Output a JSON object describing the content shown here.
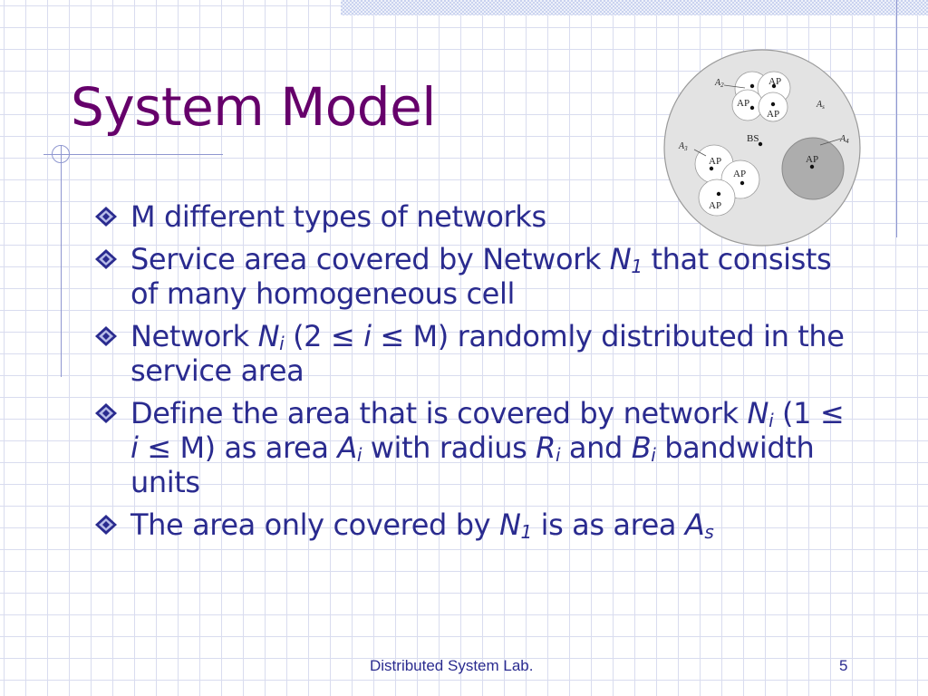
{
  "slide": {
    "title": "System Model",
    "bullets": [
      {
        "parts": [
          {
            "t": "M different types of networks"
          }
        ]
      },
      {
        "parts": [
          {
            "t": "Service area covered by Network "
          },
          {
            "t": "N",
            "i": true
          },
          {
            "t": "1",
            "sub": true,
            "i": true
          },
          {
            "t": " that consists of many homogeneous cell"
          }
        ]
      },
      {
        "parts": [
          {
            "t": "Network "
          },
          {
            "t": "N",
            "i": true
          },
          {
            "t": "i",
            "sub": true,
            "i": true
          },
          {
            "t": " (2 ≤ "
          },
          {
            "t": "i",
            "i": true
          },
          {
            "t": " ≤ M) randomly distributed in the service area"
          }
        ]
      },
      {
        "parts": [
          {
            "t": "Define the area that is covered by network "
          },
          {
            "t": "N",
            "i": true
          },
          {
            "t": "i",
            "sub": true,
            "i": true
          },
          {
            "t": " (1 ≤ "
          },
          {
            "t": "i",
            "i": true
          },
          {
            "t": " ≤ M) as area "
          },
          {
            "t": "A",
            "i": true
          },
          {
            "t": "i",
            "sub": true,
            "i": true
          },
          {
            "t": " with radius "
          },
          {
            "t": "R",
            "i": true
          },
          {
            "t": "i",
            "sub": true,
            "i": true
          },
          {
            "t": " and "
          },
          {
            "t": "B",
            "i": true
          },
          {
            "t": "i",
            "sub": true,
            "i": true
          },
          {
            "t": " bandwidth units"
          }
        ]
      },
      {
        "parts": [
          {
            "t": "The area only covered by "
          },
          {
            "t": "N",
            "i": true
          },
          {
            "t": "1",
            "sub": true,
            "i": true
          },
          {
            "t": " is as area "
          },
          {
            "t": "A",
            "i": true
          },
          {
            "t": "s",
            "sub": true,
            "i": true
          }
        ]
      }
    ],
    "footer": "Distributed System Lab.",
    "page_number": "5"
  },
  "diagram": {
    "labels": {
      "ap": "AP",
      "bs": "BS",
      "a2": "A",
      "a2_sub": "2",
      "a3": "A",
      "a3_sub": "3",
      "a4": "A",
      "a4_sub": "4",
      "as": "A",
      "as_sub": "s"
    }
  },
  "colors": {
    "title": "#66006b",
    "body_text": "#2a2b8f",
    "grid_line": "#d9dcef",
    "accent_line": "#8f97d0",
    "bullet": "#2a2b8f"
  },
  "icons": {
    "bullet": "diamond-bullet-icon"
  }
}
